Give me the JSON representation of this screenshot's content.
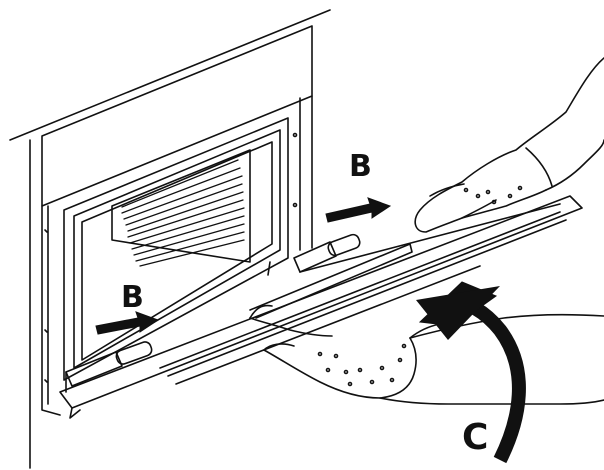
{
  "labels": {
    "b_upper": "B",
    "b_lower": "B",
    "c": "C"
  },
  "colors": {
    "ink": "#111111",
    "background": "#ffffff"
  }
}
